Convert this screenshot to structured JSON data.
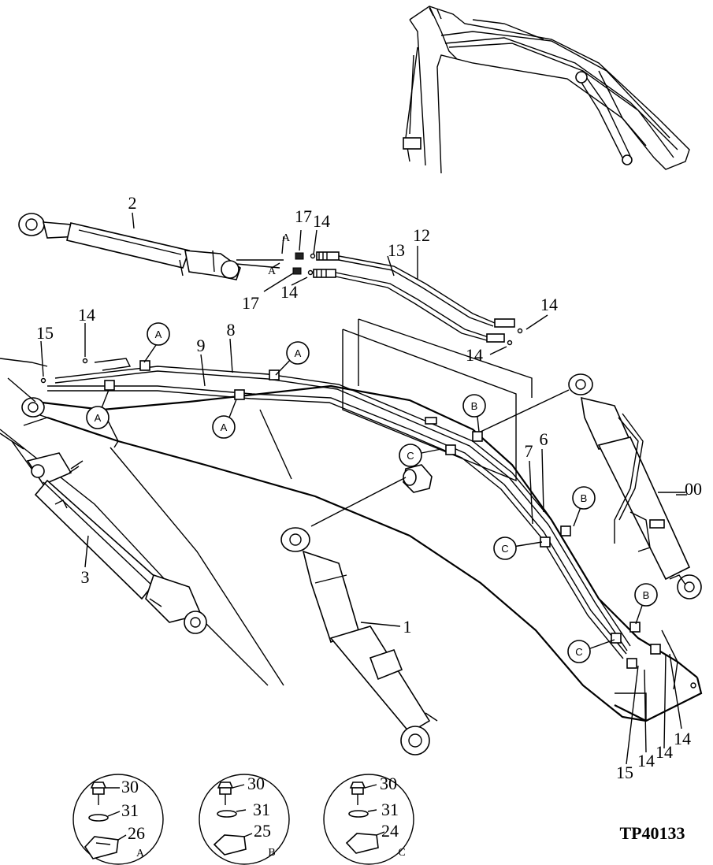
{
  "drawing_code": "TP40133",
  "part_labels": {
    "p1": "1",
    "p2": "2",
    "p3": "3",
    "p6": "6",
    "p7": "7",
    "p8": "8",
    "p9": "9",
    "p12": "12",
    "p13": "13",
    "p14_a": "14",
    "p14_b": "14",
    "p14_c": "14",
    "p14_d": "14",
    "p14_e": "14",
    "p14_f": "14",
    "p14_g": "14",
    "p14_h": "14",
    "p15_a": "15",
    "p15_b": "15",
    "p17_a": "17",
    "p17_b": "17",
    "p00": "00",
    "a_small_1": "A",
    "a_small_2": "A"
  },
  "callouts": {
    "a1": "A",
    "a2": "A",
    "a3": "A",
    "a4": "A",
    "b1": "B",
    "b2": "B",
    "b3": "B",
    "c1": "C",
    "c2": "C",
    "c3": "C"
  },
  "details": [
    {
      "letter": "A",
      "bolt": "30",
      "washer": "31",
      "clamp": "26"
    },
    {
      "letter": "B",
      "bolt": "30",
      "washer": "31",
      "clamp": "25"
    },
    {
      "letter": "C",
      "bolt": "30",
      "washer": "31",
      "clamp": "24"
    }
  ]
}
